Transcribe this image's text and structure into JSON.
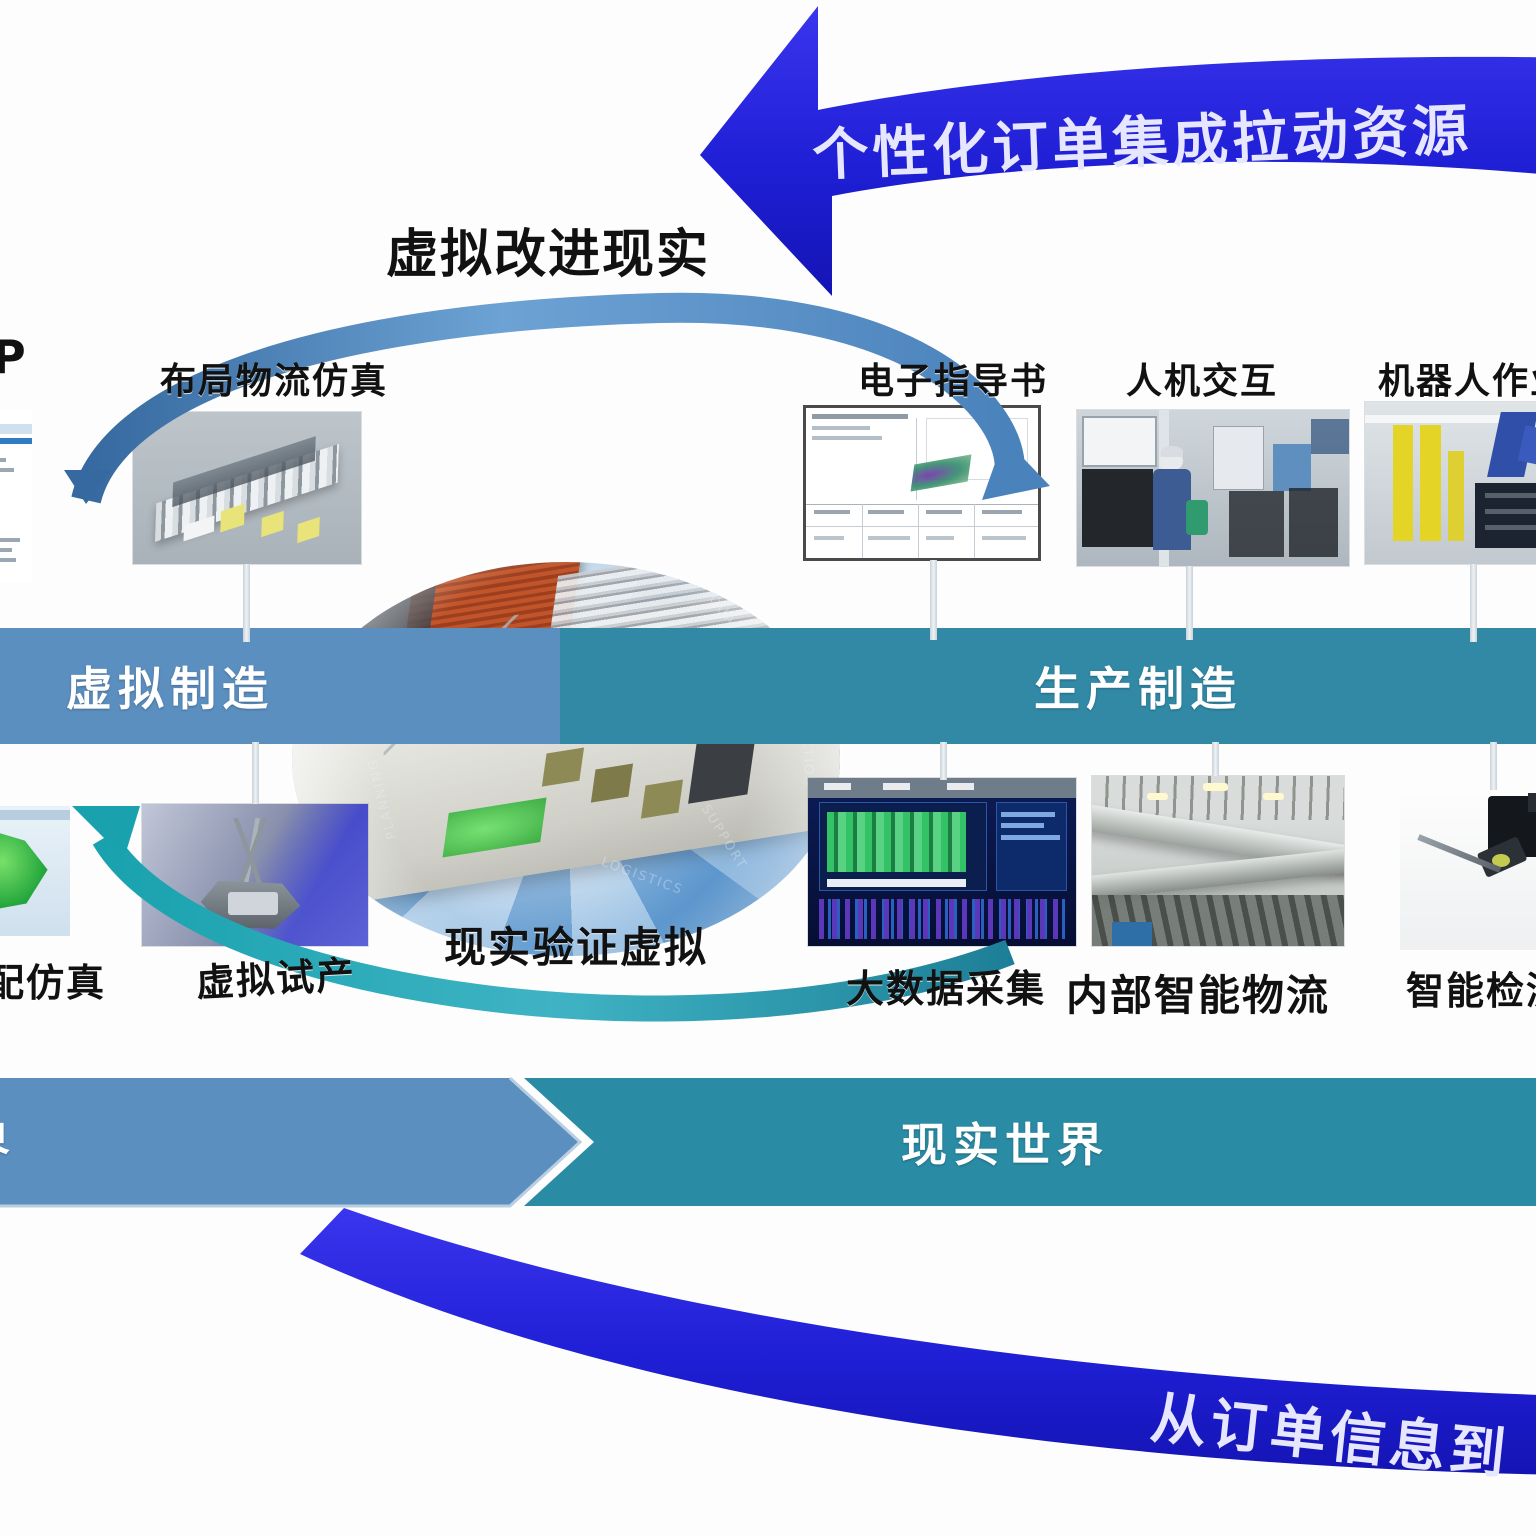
{
  "diagram": {
    "title_virtual_improves_real": "虚拟改进现实",
    "title_real_verifies_virtual": "现实验证虚拟"
  },
  "arrows": {
    "top": {
      "label": "个性化订单集成拉动资源",
      "color": "#2222dd",
      "direction": "right-to-left",
      "note": "text is clipped at the right edge of the frame"
    },
    "bottom": {
      "label": "从订单信息到",
      "color": "#2222dd",
      "direction": "left-to-right",
      "note": "text is clipped at the right edge of the frame"
    },
    "virtual_to_real": {
      "color": "#3f72ad",
      "name": "virtual-improves-real-arc"
    },
    "real_to_virtual": {
      "color": "#2a93a8",
      "name": "real-verifies-virtual-arc"
    }
  },
  "bands": {
    "process": [
      {
        "id": "virtual-manufacturing",
        "label": "虚拟制造",
        "color": "#5b8fc0"
      },
      {
        "id": "production-manufacturing",
        "label": "生产制造",
        "color": "#3189a6"
      }
    ],
    "world": [
      {
        "id": "virtual-world",
        "label": "界",
        "full": "虚拟世界",
        "color": "#5b8fc0",
        "clipped": "left"
      },
      {
        "id": "real-world",
        "label": "现实世界",
        "color": "#2a8ba4"
      }
    ]
  },
  "nodes": {
    "top_row": [
      {
        "id": "erp",
        "label": "P",
        "full": "ERP",
        "clipped": "left"
      },
      {
        "id": "layout-logistics-simulation",
        "label": "布局物流仿真"
      },
      {
        "id": "electronic-work-instruction",
        "label": "电子指导书"
      },
      {
        "id": "human-machine-interaction",
        "label": "人机交互"
      },
      {
        "id": "robot-operation",
        "label": "机器人作业",
        "clipped": "right"
      }
    ],
    "bottom_row": [
      {
        "id": "assembly-simulation",
        "label": "配仿真",
        "full": "装配仿真",
        "clipped": "left"
      },
      {
        "id": "virtual-trial-production",
        "label": "虚拟试产"
      },
      {
        "id": "big-data-collection",
        "label": "大数据采集"
      },
      {
        "id": "internal-smart-logistics",
        "label": "内部智能物流"
      },
      {
        "id": "smart-inspection",
        "label": "智能检测",
        "clipped": "right"
      }
    ]
  },
  "colors": {
    "accent_blue": "#2222dd",
    "band_blue": "#5b8fc0",
    "band_teal": "#3189a6",
    "arc_blue": "#3f72ad",
    "arc_teal": "#2a93a8",
    "text_dark": "#111111"
  }
}
